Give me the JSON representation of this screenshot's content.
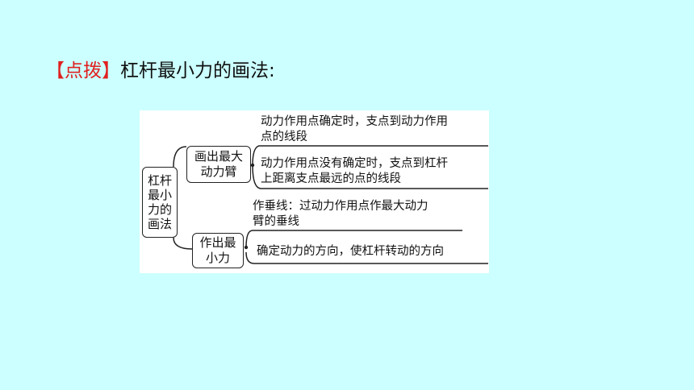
{
  "heading": {
    "tag": "【点拨】",
    "text": "杠杆最小力的画法:"
  },
  "diagram": {
    "root": "杠杆最小力的画法",
    "branch1": {
      "label": "画出最大动力臂",
      "leaf1": [
        "动力作用点确定时，支点到动力作用",
        "点的线段"
      ],
      "leaf2": [
        "动力作用点没有确定时，支点到杠杆",
        "上距离支点最远的点的线段"
      ]
    },
    "branch2": {
      "label": "作出最小力",
      "leaf1": [
        "作垂线：过动力作用点作最大动力",
        "臂的垂线"
      ],
      "leaf2": [
        "确定动力的方向，使杠杆转动的方向"
      ]
    }
  }
}
